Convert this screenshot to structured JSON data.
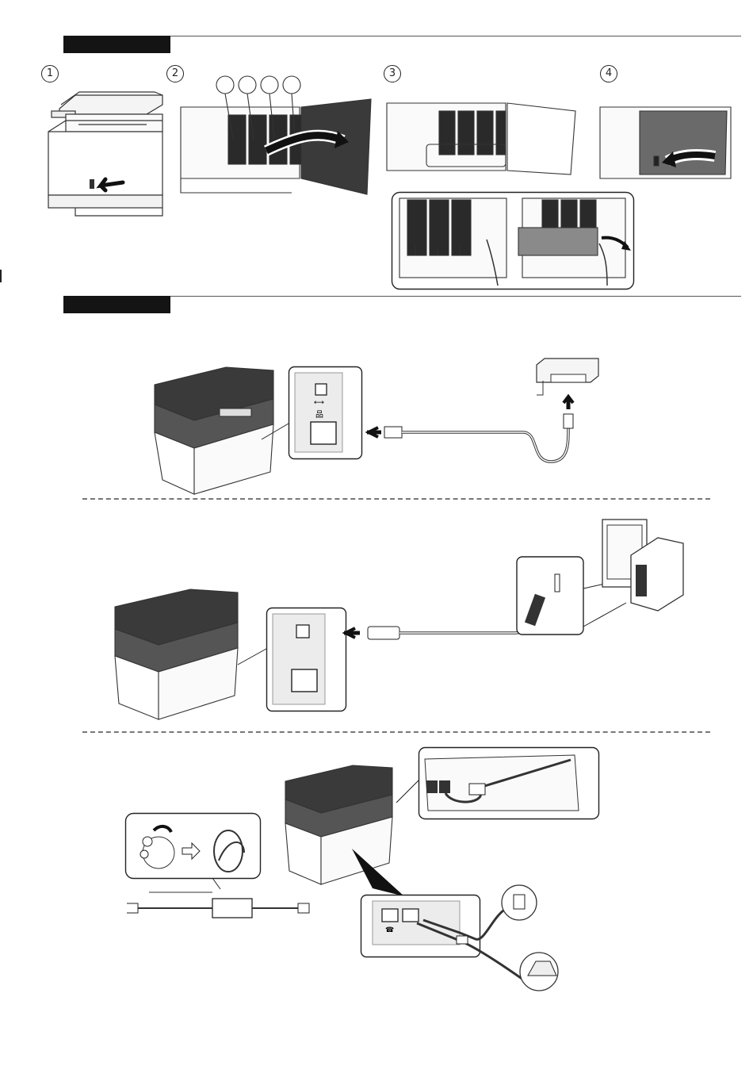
{
  "steps": {
    "s1": "1",
    "s2": "2",
    "s3": "3",
    "s4": "4"
  },
  "colors": {
    "bar": "#141414",
    "line": "#333333",
    "panel": "#e9e9e9",
    "dash": "#777777"
  },
  "icons": {
    "usb": "usb-icon",
    "lan": "lan-icon",
    "phone": "telephone-icon"
  }
}
